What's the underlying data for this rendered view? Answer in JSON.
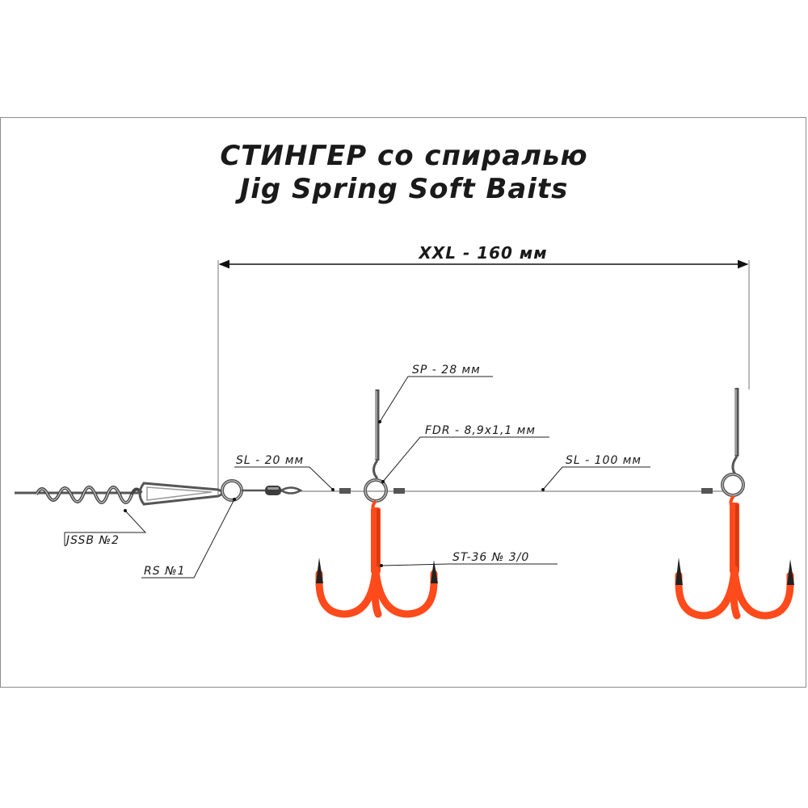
{
  "title": {
    "line1": "СТИНГЕР со спиралью",
    "line2": "Jig Spring Soft Baits"
  },
  "dimension": {
    "label": "XXL - 160 мм"
  },
  "callouts": {
    "sp": "SP - 28 мм",
    "fdr": "FDR - 8,9x1,1 мм",
    "sl_short": "SL - 20 мм",
    "sl_long": "SL - 100 мм",
    "jssb": "JSSB №2",
    "rs": "RS №1",
    "st": "ST-36 № 3/0"
  },
  "colors": {
    "hook": "#ff4a1c",
    "hook_dark": "#d63a12",
    "hook_tip": "#222222",
    "metal": "#6e6e6e",
    "line": "#444444"
  }
}
